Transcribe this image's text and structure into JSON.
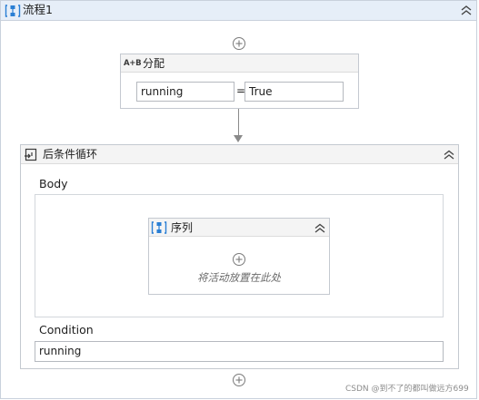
{
  "flowchart": {
    "title": "流程1",
    "collapse_icon": "double-chevron-up-icon",
    "header_color": "#e6eef8"
  },
  "assign": {
    "icon_text": "A+B",
    "title": "分配",
    "to_value": "running",
    "equals": "=",
    "value": "True"
  },
  "do_while": {
    "title": "后条件循环",
    "body_label": "Body",
    "condition_label": "Condition",
    "condition_value": "running"
  },
  "sequence": {
    "title": "序列",
    "drop_hint": "将活动放置在此处"
  },
  "watermark": "CSDN @到不了的都叫做远方699",
  "colors": {
    "accent_blue": "#2a7fd4",
    "border": "#c4c9d0"
  }
}
